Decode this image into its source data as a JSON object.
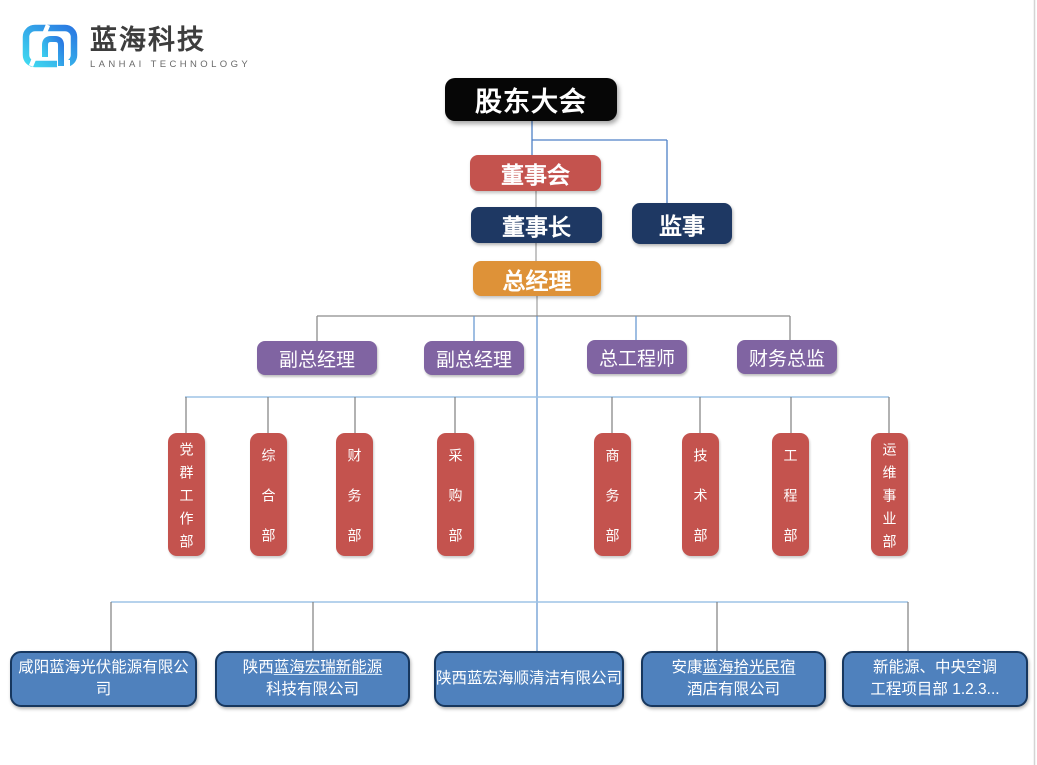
{
  "brand": {
    "zh": "蓝海科技",
    "en": "LANHAI TECHNOLOGY"
  },
  "colors": {
    "black_box": "#060606",
    "red": "#c4534e",
    "navy": "#1e3863",
    "orange": "#de9238",
    "purple": "#8064a2",
    "dept_red": "#c4534e",
    "sub_fill": "#4f81bd",
    "sub_border": "#17375e",
    "line_blue": "#4f81c7",
    "line_blue2": "#6b9bd2",
    "line_gray": "#a6a6a6",
    "line_lightblue": "#9dc3e6",
    "brand_text": "#3d3d3d",
    "logo_grad_start": "#3fd9f0",
    "logo_grad_end": "#2a79e2"
  },
  "nodes": {
    "shareholders": "股东大会",
    "board": "董事会",
    "chairman": "董事长",
    "supervisor": "监事",
    "gm": "总经理"
  },
  "executives": [
    {
      "label": "副总经理"
    },
    {
      "label": "副总经理"
    },
    {
      "label": "总工程师"
    },
    {
      "label": "财务总监"
    }
  ],
  "departments": [
    {
      "label": "党群工作部"
    },
    {
      "label": "综合部"
    },
    {
      "label": "财务部"
    },
    {
      "label": "采购部"
    },
    {
      "label": "商务部"
    },
    {
      "label": "技术部"
    },
    {
      "label": "工程部"
    },
    {
      "label": "运维事业部"
    }
  ],
  "subsidiaries": [
    {
      "line1": "咸阳蓝海光伏能源有限公司"
    },
    {
      "l1_pre": "陕西",
      "l1_u": "蓝海宏瑞新能源",
      "line2": "科技有限公司"
    },
    {
      "line1": "陕西蓝宏海顺清洁有限公司"
    },
    {
      "l1_pre": "安康",
      "l1_u": "蓝海拾光民宿",
      "line2": "酒店有限公司"
    },
    {
      "line1": "新能源、中央空调",
      "line2": "工程项目部 1.2.3..."
    }
  ]
}
